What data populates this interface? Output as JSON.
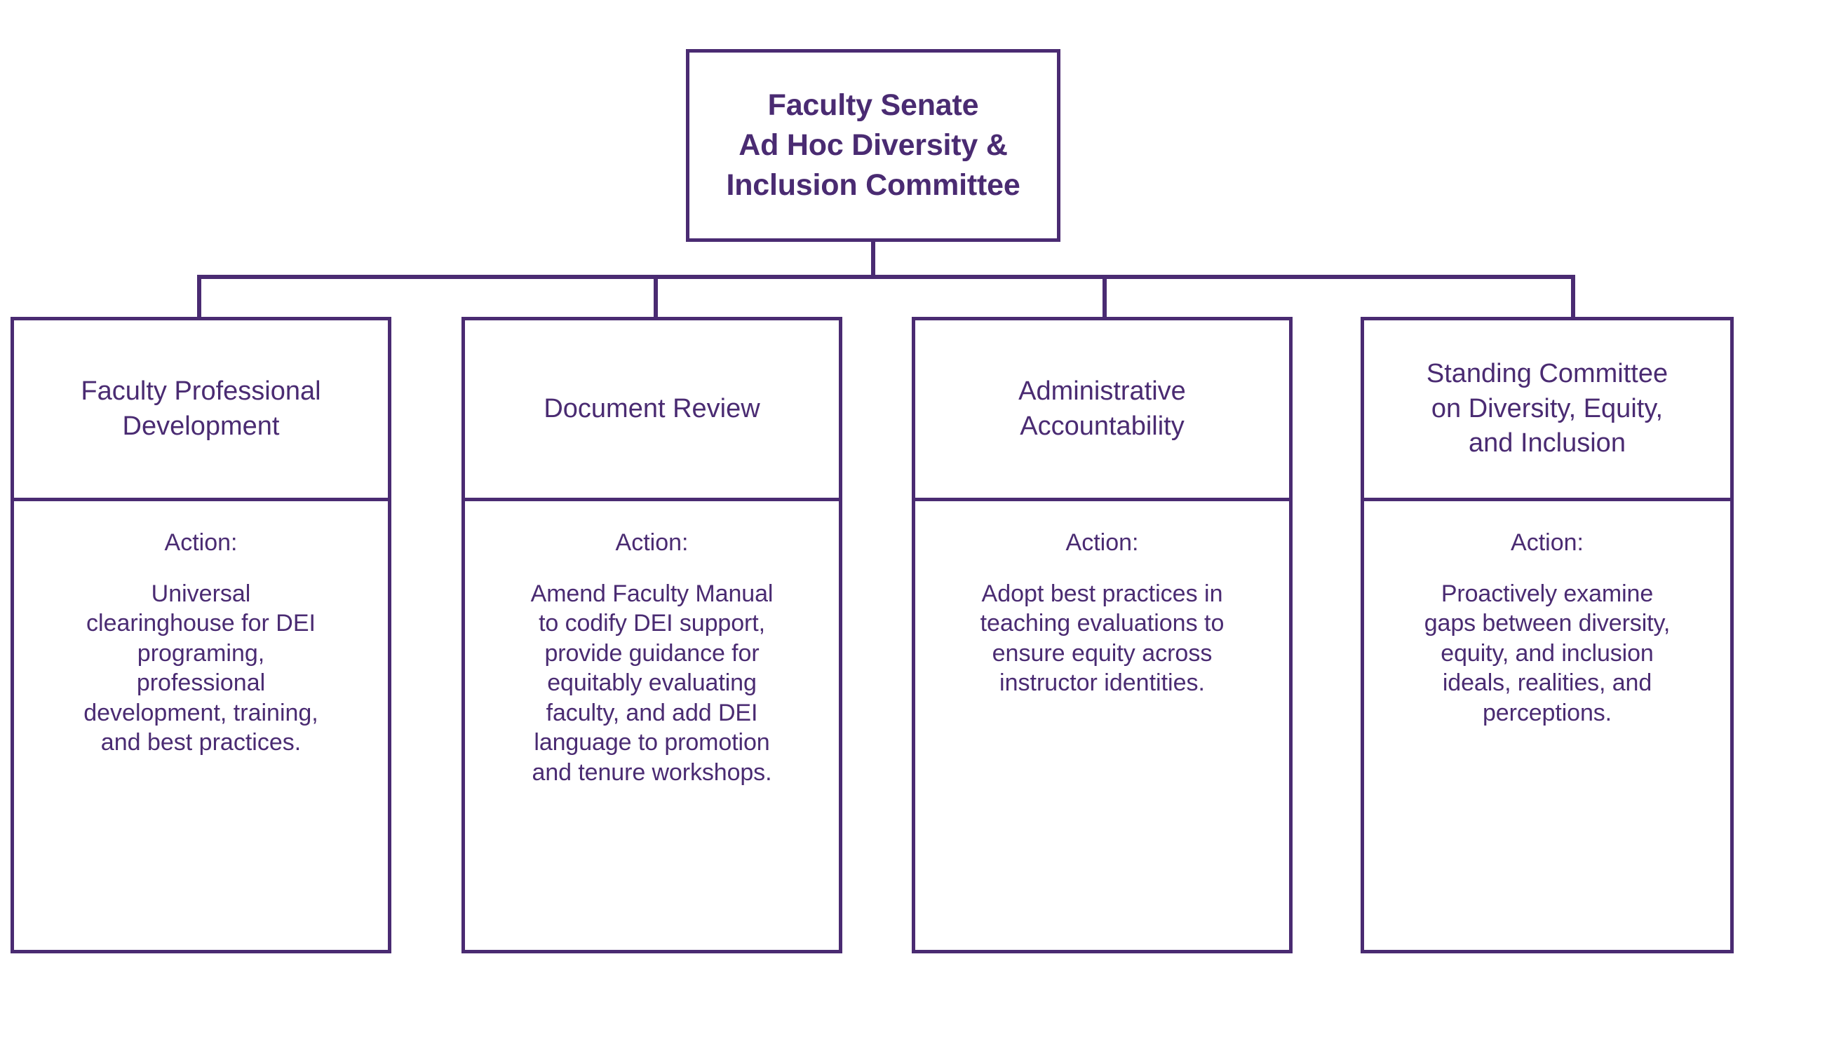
{
  "diagram": {
    "type": "org-chart",
    "accent_color": "#4a2b72",
    "background_color": "#ffffff",
    "root": {
      "title": "Faculty Senate\nAd Hoc Diversity &\nInclusion Committee"
    },
    "action_label": "Action:",
    "children": [
      {
        "title": "Faculty Professional\nDevelopment",
        "action_label": "Action:",
        "action_text": "Universal\nclearinghouse for DEI\nprograming,\nprofessional\ndevelopment, training,\nand best practices."
      },
      {
        "title": "Document Review",
        "action_label": "Action:",
        "action_text": "Amend Faculty Manual\nto codify DEI support,\nprovide guidance for\nequitably evaluating\nfaculty, and add DEI\nlanguage to promotion\nand tenure workshops."
      },
      {
        "title": "Administrative\nAccountability",
        "action_label": "Action:",
        "action_text": "Adopt best practices in\nteaching evaluations to\nensure equity across\ninstructor identities."
      },
      {
        "title": "Standing Committee\non Diversity, Equity,\nand Inclusion",
        "action_label": "Action:",
        "action_text": "Proactively examine\ngaps between diversity,\nequity, and inclusion\nideals, realities, and\nperceptions."
      }
    ]
  }
}
